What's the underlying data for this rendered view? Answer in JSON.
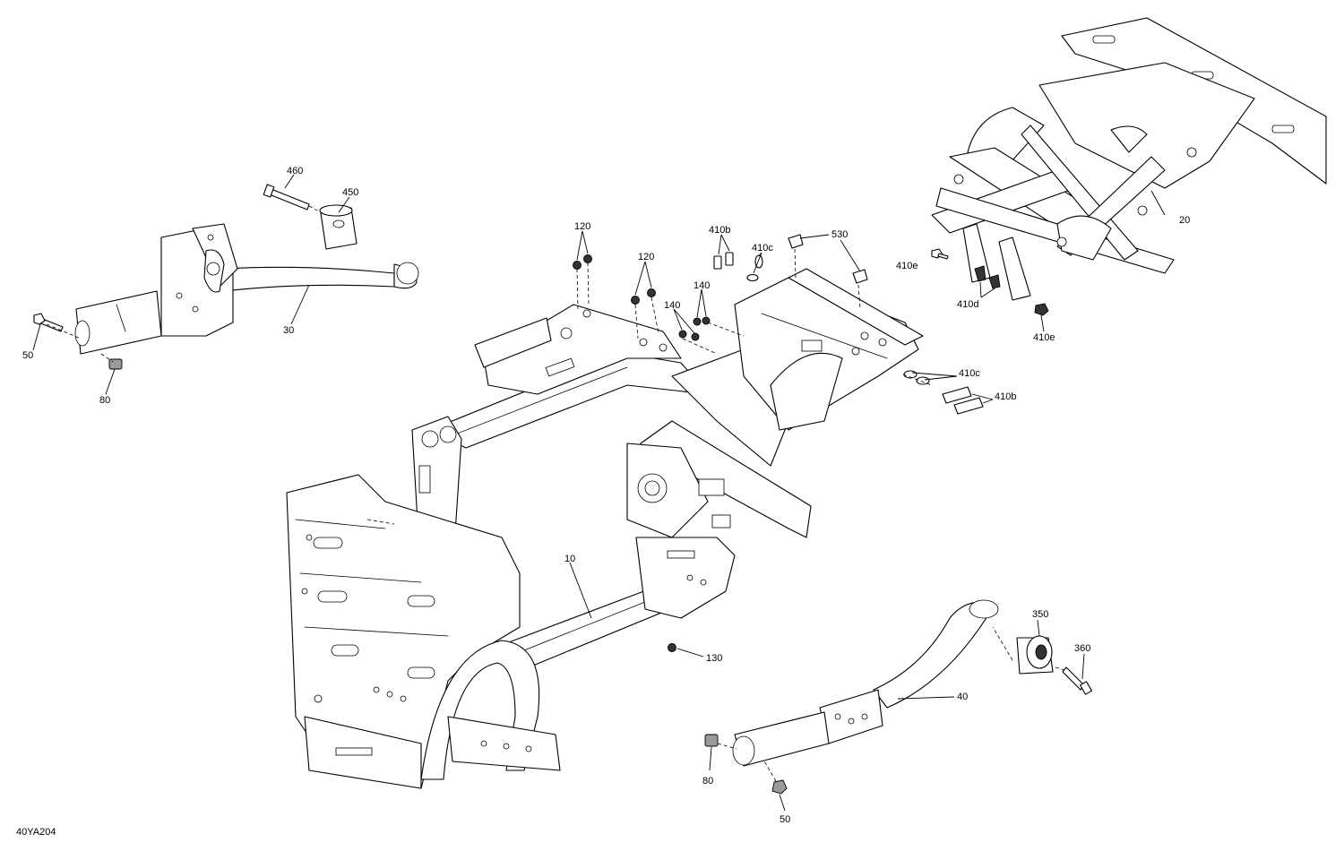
{
  "diagram_id": "40YA204",
  "callouts": {
    "c460": "460",
    "c450": "450",
    "c30": "30",
    "c50a": "50",
    "c80a": "80",
    "c120a": "120",
    "c120b": "120",
    "c140a": "140",
    "c140b": "140",
    "c410b_top": "410b",
    "c410c_top": "410c",
    "c530": "530",
    "c410e_top": "410e",
    "c410d": "410d",
    "c410e_bot": "410e",
    "c410c_bot": "410c",
    "c410b_bot": "410b",
    "c20": "20",
    "c10": "10",
    "c130": "130",
    "c350": "350",
    "c360": "360",
    "c40": "40",
    "c80b": "80",
    "c50b": "50"
  }
}
